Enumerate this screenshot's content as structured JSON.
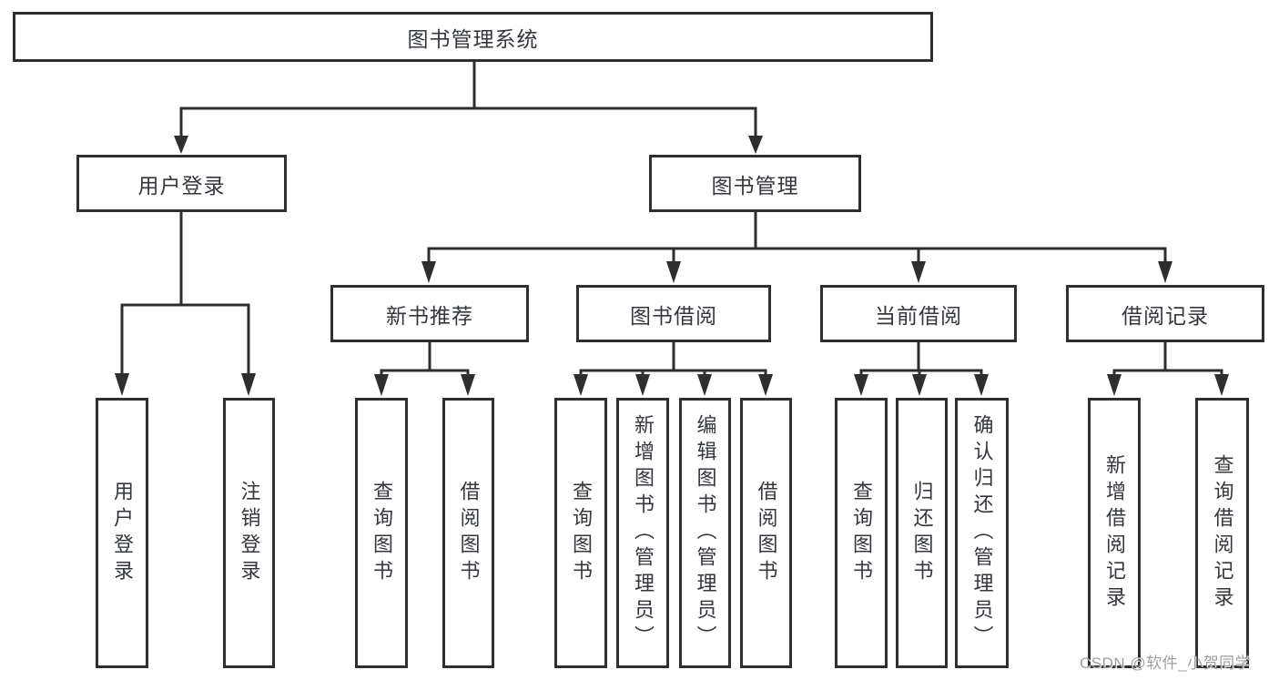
{
  "colors": {
    "line": "#2e2e2e",
    "box_border": "#2e2e2e",
    "box_fill": "#ffffff",
    "text": "#34373c",
    "watermark": "#9a9a9a"
  },
  "diagram_type": "hierarchy-tree",
  "tree": {
    "root": {
      "label": "图书管理系统",
      "children": [
        {
          "label": "用户登录",
          "children": [
            {
              "label": "用户登录"
            },
            {
              "label": "注销登录"
            }
          ]
        },
        {
          "label": "图书管理",
          "children": [
            {
              "label": "新书推荐",
              "children": [
                {
                  "label": "查询图书"
                },
                {
                  "label": "借阅图书"
                }
              ]
            },
            {
              "label": "图书借阅",
              "children": [
                {
                  "label": "查询图书"
                },
                {
                  "label": "新增图书（管理员）"
                },
                {
                  "label": "编辑图书（管理员）"
                },
                {
                  "label": "借阅图书"
                }
              ]
            },
            {
              "label": "当前借阅",
              "children": [
                {
                  "label": "查询图书"
                },
                {
                  "label": "归还图书"
                },
                {
                  "label": "确认归还（管理员）"
                }
              ]
            },
            {
              "label": "借阅记录",
              "children": [
                {
                  "label": "新增借阅记录"
                },
                {
                  "label": "查询借阅记录"
                }
              ]
            }
          ]
        }
      ]
    }
  },
  "watermark": {
    "text": "CSDN @软件_小贺同学"
  }
}
